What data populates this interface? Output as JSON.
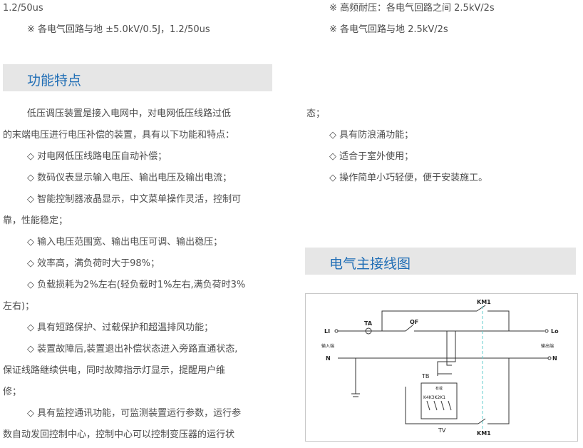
{
  "left": {
    "top_lines": [
      "1.2/50us",
      "※ 各电气回路与地 ±5.0kV/0.5J，1.2/50us"
    ],
    "section_title": "功能特点",
    "paragraph_lines": [
      "低压调压装置是接入电网中，对电网低压线路过低",
      "的末端电压进行电压补偿的装置，具有以下功能和特点：",
      "◇ 对电网低压线路电压自动补偿；",
      "◇ 数码仪表显示输入电压、输出电压及输出电流；",
      "◇ 智能控制器液晶显示，中文菜单操作灵活，控制可",
      "靠，性能稳定；",
      "◇ 输入电压范围宽、输出电压可调、输出稳压；",
      "◇ 效率高，满负荷时大于98%；",
      "◇ 负载损耗为2%左右(轻负载时1%左右,满负荷时3%",
      "左右)；",
      "◇ 具有短路保护、过载保护和超温排风功能；",
      "◇ 装置故障后,装置退出补偿状态进入旁路直通状态,",
      "保证线路继续供电，同时故障指示灯显示，提醒用户维",
      "修；",
      "◇ 具有监控通讯功能，可监测装置运行参数，运行参",
      "数自动发回控制中心，控制中心可以控制变压器的运行状"
    ]
  },
  "right": {
    "top_lines": [
      "※ 高频耐压：各电气回路之间 2.5kV/2s",
      "※ 各电气回路与地 2.5kV/2s"
    ],
    "paragraph_lines": [
      "态；",
      "◇ 具有防浪涌功能；",
      "◇ 适合于室外使用；",
      "◇ 操作简单小巧轻便，便于安装施工。"
    ],
    "section_title": "电气主接线图"
  },
  "diagram": {
    "km1_top": "KM1",
    "km1_bottom": "KM1",
    "li": "LI",
    "in_label": "输入端",
    "n_left": "N",
    "ta": "TA",
    "qf": "QF",
    "lo": "Lo",
    "out_label": "输出端",
    "n_right": "N",
    "tb": "TB",
    "k_labels": "K4K3K2K1",
    "tv": "TV",
    "small": "有载"
  }
}
